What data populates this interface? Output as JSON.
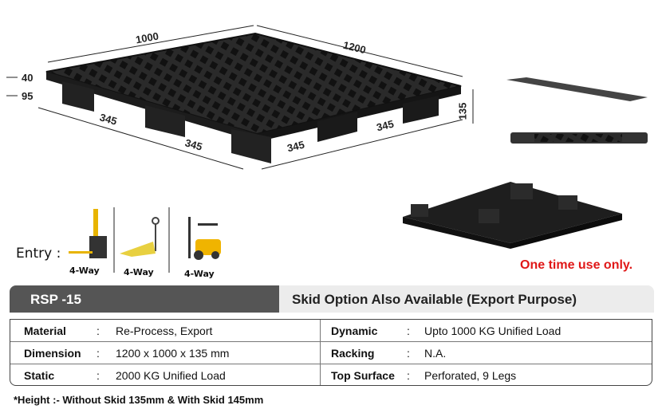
{
  "diagram": {
    "width_label": "1000",
    "length_label": "1200",
    "height_label": "135",
    "top_deck_label": "40",
    "leg_label": "95",
    "leg_spacing_labels": [
      "345",
      "345",
      "345",
      "345"
    ]
  },
  "entry": {
    "label": "Entry :",
    "types": [
      {
        "icon": "stacker-icon",
        "label": "4-Way"
      },
      {
        "icon": "hand-pallet-truck-icon",
        "label": "4-Way"
      },
      {
        "icon": "forklift-icon",
        "label": "4-Way"
      }
    ]
  },
  "notice": "One time use only.",
  "colors": {
    "notice": "#e01818",
    "header_dark": "#555555",
    "header_light": "#ececec"
  },
  "header": {
    "model": "RSP -15",
    "subtitle": "Skid Option Also Available (Export Purpose)"
  },
  "specs": [
    {
      "label": "Material",
      "value": "Re-Process, Export",
      "label2": "Dynamic",
      "value2": "Upto 1000 KG Unified Load"
    },
    {
      "label": "Dimension",
      "value": "1200 x 1000 x 135 mm",
      "label2": "Racking",
      "value2": "N.A."
    },
    {
      "label": "Static",
      "value": "2000 KG Unified Load",
      "label2": "Top Surface",
      "value2": "Perforated, 9 Legs"
    }
  ],
  "separator": ":",
  "footnote": "*Height :- Without Skid 135mm & With Skid 145mm"
}
